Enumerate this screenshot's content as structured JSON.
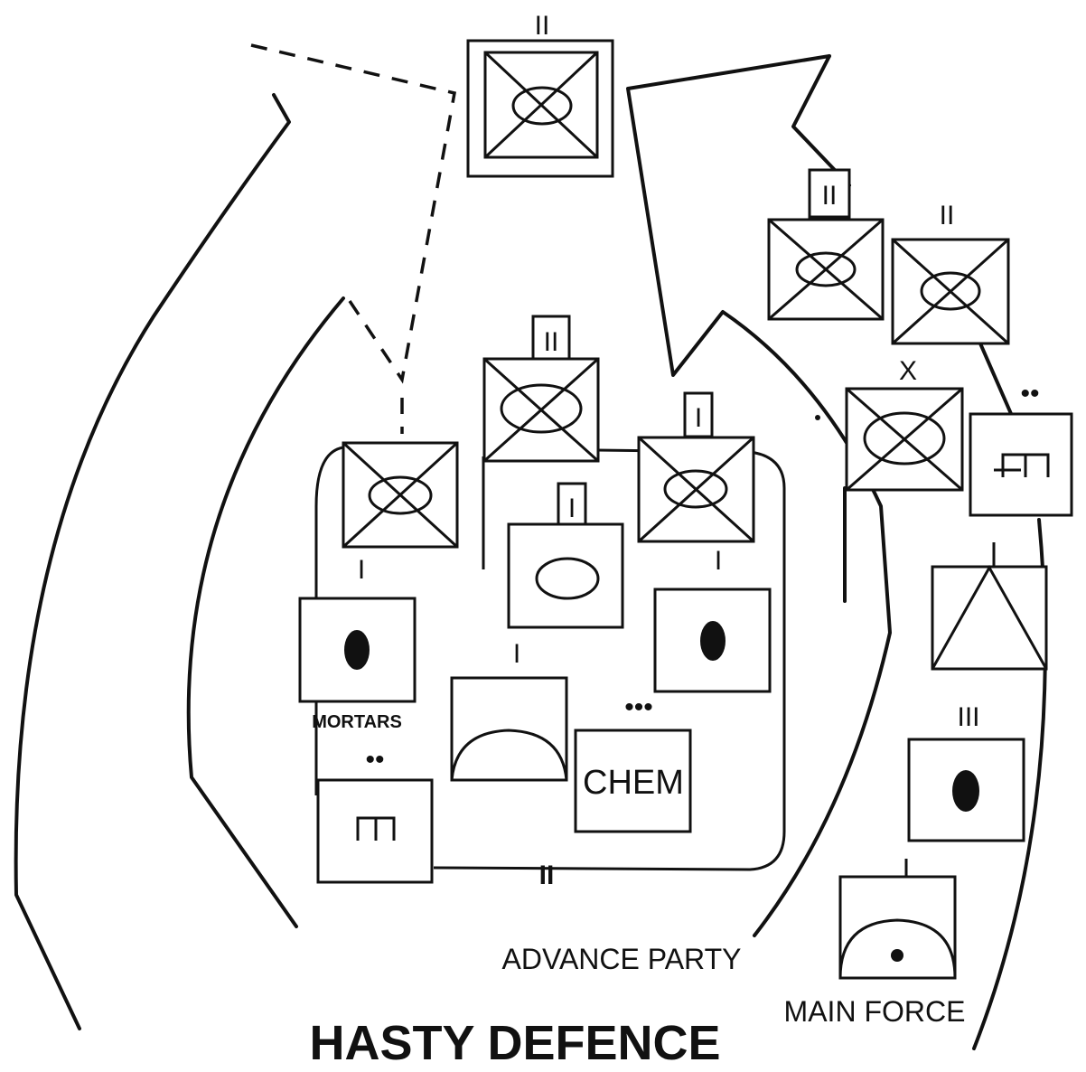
{
  "diagram": {
    "title": "HASTY DEFENCE",
    "labels": {
      "mortars": "MORTARS",
      "chem": "CHEM",
      "advance_party": "ADVANCE PARTY",
      "main_force": "MAIN FORCE"
    },
    "echelons": {
      "battalion": "II",
      "company": "I",
      "brigade": "X",
      "regiment": "III",
      "section": "••",
      "platoon": "•••",
      "boundary": "II"
    }
  }
}
